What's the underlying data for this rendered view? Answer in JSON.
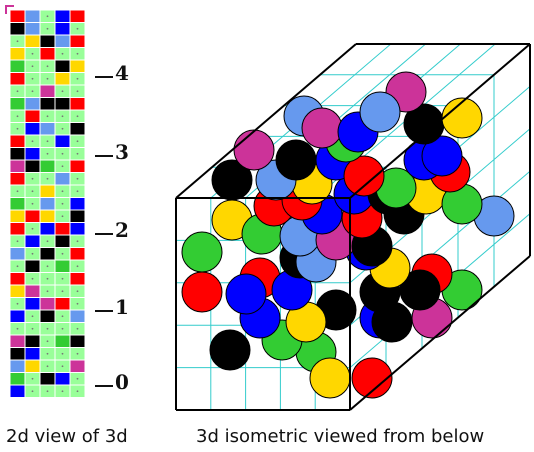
{
  "left_panel": {
    "markers": [
      "4",
      "3",
      "2",
      "1",
      "0"
    ],
    "caption": "2d view of 3d"
  },
  "right_panel": {
    "caption": "3d isometric viewed from below"
  },
  "colors": {
    "red": "#ff0000",
    "yellow": "#ffd700",
    "black": "#000000",
    "blue": "#0000ff",
    "green": "#33cc33",
    "magenta": "#cc3399",
    "lightblue": "#6699ee",
    "lightgreen": "#99ff99",
    "grid_line": "#33cccc"
  },
  "grid_cells": [
    [
      "R",
      "LB",
      "LG",
      "B",
      "R"
    ],
    [
      "K",
      "LB",
      "LG",
      "B",
      "LG"
    ],
    [
      "LG",
      "Y",
      "K",
      "LB",
      "R"
    ],
    [
      "Y",
      "LG",
      "R",
      "LG",
      "LG"
    ],
    [
      "G",
      "LG",
      "LG",
      "K",
      "Y"
    ],
    [
      "R",
      "LG",
      "LG",
      "Y",
      "LG"
    ],
    [
      "LG",
      "LG",
      "M",
      "LG",
      "LG"
    ],
    [
      "G",
      "LB",
      "K",
      "K",
      "R"
    ],
    [
      "LG",
      "R",
      "LG",
      "LG",
      "LG"
    ],
    [
      "LG",
      "B",
      "LB",
      "LG",
      "K"
    ],
    [
      "R",
      "LG",
      "LG",
      "B",
      "LG"
    ],
    [
      "K",
      "B",
      "LG",
      "LG",
      "LG"
    ],
    [
      "M",
      "K",
      "G",
      "LG",
      "R"
    ],
    [
      "R",
      "LG",
      "LG",
      "LB",
      "LG"
    ],
    [
      "LG",
      "LG",
      "Y",
      "LG",
      "LG"
    ],
    [
      "G",
      "LG",
      "LB",
      "LG",
      "B"
    ],
    [
      "Y",
      "R",
      "Y",
      "LG",
      "K"
    ],
    [
      "R",
      "LG",
      "B",
      "R",
      "B"
    ],
    [
      "LG",
      "B",
      "LG",
      "K",
      "LG"
    ],
    [
      "LB",
      "LG",
      "K",
      "LG",
      "R"
    ],
    [
      "LG",
      "K",
      "LG",
      "G",
      "LG"
    ],
    [
      "R",
      "LG",
      "LG",
      "LG",
      "R"
    ],
    [
      "Y",
      "M",
      "LG",
      "LG",
      "LG"
    ],
    [
      "LG",
      "B",
      "M",
      "R",
      "LG"
    ],
    [
      "B",
      "LG",
      "K",
      "LG",
      "LB"
    ],
    [
      "LG",
      "LG",
      "LG",
      "LG",
      "LG"
    ],
    [
      "M",
      "K",
      "LG",
      "G",
      "K"
    ],
    [
      "K",
      "B",
      "LG",
      "LG",
      "LG"
    ],
    [
      "LB",
      "Y",
      "LG",
      "LG",
      "M"
    ],
    [
      "G",
      "LG",
      "K",
      "B",
      "LG"
    ],
    [
      "B",
      "LG",
      "LG",
      "LG",
      "LG"
    ]
  ],
  "spheres": [
    [
      "K",
      230,
      350
    ],
    [
      "G",
      316,
      352
    ],
    [
      "Y",
      330,
      378
    ],
    [
      "R",
      372,
      378
    ],
    [
      "G",
      282,
      340
    ],
    [
      "M",
      432,
      318
    ],
    [
      "B",
      380,
      318
    ],
    [
      "K",
      392,
      322
    ],
    [
      "K",
      336,
      310
    ],
    [
      "Y",
      306,
      322
    ],
    [
      "B",
      260,
      318
    ],
    [
      "G",
      462,
      290
    ],
    [
      "R",
      432,
      274
    ],
    [
      "K",
      420,
      290
    ],
    [
      "K",
      380,
      292
    ],
    [
      "R",
      260,
      278
    ],
    [
      "B",
      292,
      290
    ],
    [
      "B",
      246,
      294
    ],
    [
      "R",
      202,
      292
    ],
    [
      "K",
      300,
      258
    ],
    [
      "LB",
      316,
      262
    ],
    [
      "Y",
      390,
      268
    ],
    [
      "B",
      366,
      250
    ],
    [
      "G",
      202,
      252
    ],
    [
      "Y",
      232,
      220
    ],
    [
      "G",
      262,
      234
    ],
    [
      "LB",
      300,
      236
    ],
    [
      "M",
      336,
      240
    ],
    [
      "K",
      372,
      246
    ],
    [
      "R",
      274,
      206
    ],
    [
      "B",
      322,
      214
    ],
    [
      "R",
      362,
      218
    ],
    [
      "K",
      404,
      214
    ],
    [
      "Y",
      426,
      194
    ],
    [
      "LB",
      494,
      216
    ],
    [
      "G",
      462,
      204
    ],
    [
      "K",
      232,
      180
    ],
    [
      "R",
      302,
      200
    ],
    [
      "Y",
      312,
      184
    ],
    [
      "B",
      354,
      194
    ],
    [
      "K",
      388,
      194
    ],
    [
      "LB",
      276,
      180
    ],
    [
      "G",
      396,
      188
    ],
    [
      "R",
      450,
      172
    ],
    [
      "B",
      424,
      160
    ],
    [
      "M",
      254,
      150
    ],
    [
      "K",
      296,
      160
    ],
    [
      "B",
      336,
      160
    ],
    [
      "R",
      364,
      176
    ],
    [
      "B",
      442,
      156
    ],
    [
      "G",
      346,
      142
    ],
    [
      "LB",
      304,
      116
    ],
    [
      "M",
      322,
      128
    ],
    [
      "K",
      424,
      124
    ],
    [
      "Y",
      462,
      118
    ],
    [
      "B",
      358,
      132
    ],
    [
      "M",
      406,
      92
    ],
    [
      "LB",
      380,
      112
    ]
  ]
}
